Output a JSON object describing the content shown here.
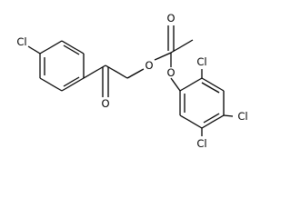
{
  "molecule": {
    "atoms": {
      "cl_left": "Cl",
      "o_ketone": "O",
      "o_ester_single": "O",
      "o_ester_carbonyl": "O",
      "o_ether": "O",
      "cl_ortho": "Cl",
      "cl_para": "Cl",
      "cl_meta": "Cl"
    }
  }
}
